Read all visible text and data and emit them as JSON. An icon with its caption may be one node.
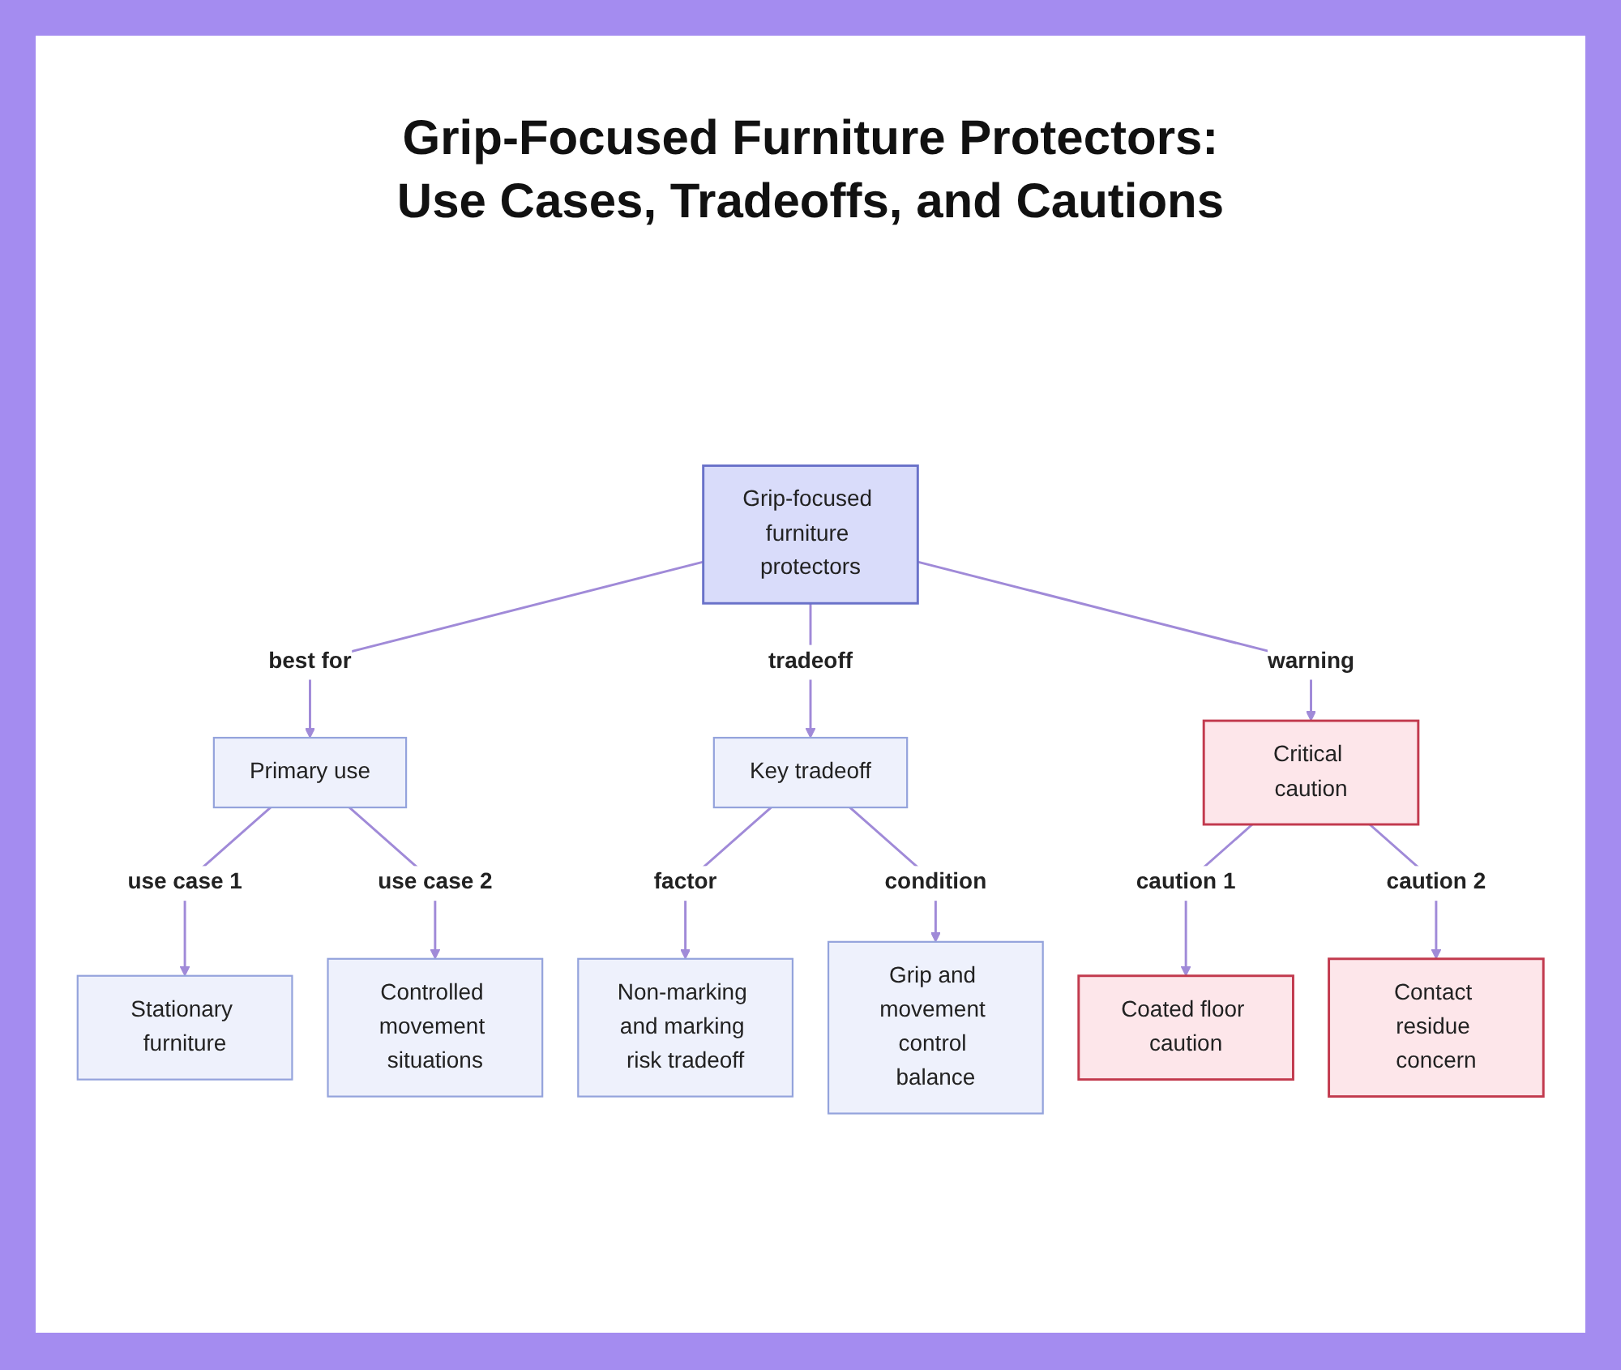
{
  "diagram": {
    "title": "Grip-Focused Furniture Protectors: Use Cases, Tradeoffs, and Cautions",
    "nodes": [
      {
        "text": [
          "Grip-focused furniture protectors"
        ]
      },
      {
        "text": [
          "Primary use"
        ]
      },
      {
        "text": [
          "Key tradeoff"
        ]
      },
      {
        "text": [
          "Critical caution"
        ]
      },
      {
        "text": [
          "Stationary furniture"
        ]
      },
      {
        "text": [
          "Controlled movement situations"
        ]
      },
      {
        "text": [
          "Non-marking and marking risk tradeoff"
        ]
      },
      {
        "text": [
          "Grip and movement control balance"
        ]
      },
      {
        "text": [
          "Coated floor caution"
        ]
      },
      {
        "text": [
          "Contact residue concern"
        ]
      }
    ],
    "edges": [
      {
        "from": 0,
        "to": 1,
        "arrow": "to",
        "label": "best for"
      },
      {
        "from": 0,
        "to": 2,
        "arrow": "to",
        "label": "tradeoff"
      },
      {
        "from": 0,
        "to": 3,
        "arrow": "to",
        "label": "warning"
      },
      {
        "from": 1,
        "to": 4,
        "arrow": "to",
        "label": "use case 1"
      },
      {
        "from": 1,
        "to": 5,
        "arrow": "to",
        "label": "use case 2"
      },
      {
        "from": 2,
        "to": 6,
        "arrow": "to",
        "label": "factor"
      },
      {
        "from": 2,
        "to": 7,
        "arrow": "to",
        "label": "condition"
      },
      {
        "from": 3,
        "to": 8,
        "arrow": "to",
        "label": "caution 1"
      },
      {
        "from": 3,
        "to": 9,
        "arrow": "to",
        "label": "caution 2"
      }
    ]
  }
}
